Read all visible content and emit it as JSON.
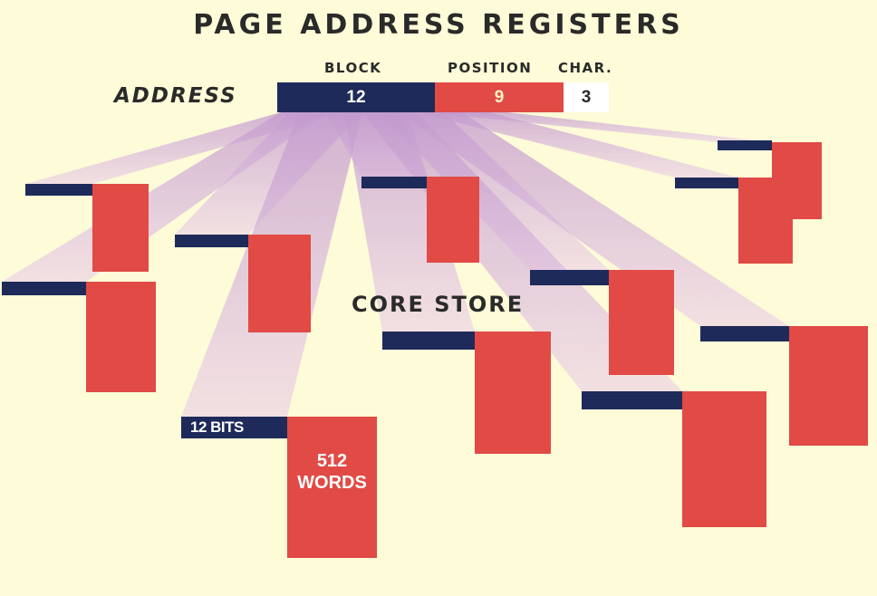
{
  "title": "PAGE ADDRESS REGISTERS",
  "address": {
    "label": "ADDRESS",
    "fields": [
      {
        "header": "BLOCK",
        "value": "12",
        "color": "#1e2a5a"
      },
      {
        "header": "POSITION",
        "value": "9",
        "color": "#e14a45"
      },
      {
        "header": "CHAR.",
        "value": "3",
        "color": "#ffffff"
      }
    ]
  },
  "core_store_label": "CORE STORE",
  "register_label": "12 BITS",
  "page_label_line1": "512",
  "page_label_line2": "WORDS",
  "colors": {
    "background": "#fdfbd8",
    "register": "#1e2a5a",
    "page": "#e14a45",
    "fan": "#c9a0d8"
  },
  "registers": [
    {
      "reg": [
        28,
        203,
        74,
        13
      ],
      "page": [
        102,
        203,
        62,
        97
      ]
    },
    {
      "reg": [
        2,
        311,
        93,
        15
      ],
      "page": [
        95,
        311,
        77,
        122
      ]
    },
    {
      "reg": [
        193,
        259,
        81,
        14
      ],
      "page": [
        274,
        259,
        69,
        108
      ]
    },
    {
      "reg": [
        399,
        195,
        72,
        13
      ],
      "page": [
        471,
        195,
        58,
        95
      ]
    },
    {
      "reg": [
        792,
        155,
        60,
        11
      ],
      "page": [
        852,
        157,
        55,
        85
      ]
    },
    {
      "reg": [
        745,
        196,
        70,
        12
      ],
      "page": [
        815,
        196,
        60,
        95
      ]
    },
    {
      "reg": [
        585,
        298,
        87,
        17
      ],
      "page": [
        672,
        298,
        72,
        116
      ]
    },
    {
      "reg": [
        422,
        366,
        102,
        20
      ],
      "page": [
        524,
        366,
        84,
        135
      ]
    },
    {
      "reg": [
        773,
        360,
        98,
        17
      ],
      "page": [
        871,
        360,
        87,
        132
      ]
    },
    {
      "reg": [
        642,
        432,
        111,
        20
      ],
      "page": [
        753,
        432,
        93,
        150
      ]
    },
    {
      "reg": [
        200,
        460,
        117,
        24
      ],
      "page": [
        317,
        460,
        99,
        156
      ]
    }
  ]
}
